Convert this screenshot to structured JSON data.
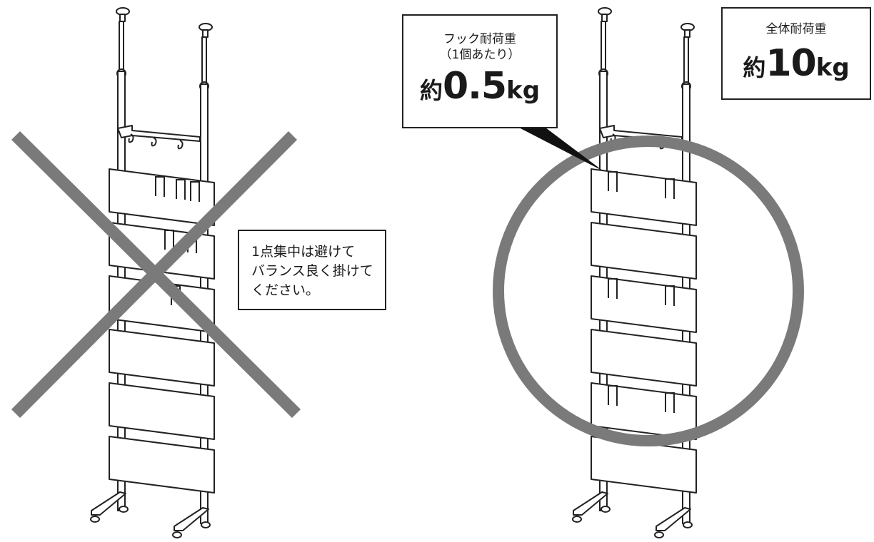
{
  "note": {
    "lines": [
      "1点集中は避けて",
      "バランス良く掛けて",
      "ください。"
    ]
  },
  "hook_callout": {
    "line1": "フック耐荷重",
    "line2": "（1個あたり）",
    "prefix": "約",
    "number": "0.5",
    "unit": "kg"
  },
  "total_callout": {
    "line1": "全体耐荷重",
    "prefix": "約",
    "number": "10",
    "unit": "kg"
  },
  "colors": {
    "mark": "#7a7a7a",
    "line": "#222222"
  }
}
